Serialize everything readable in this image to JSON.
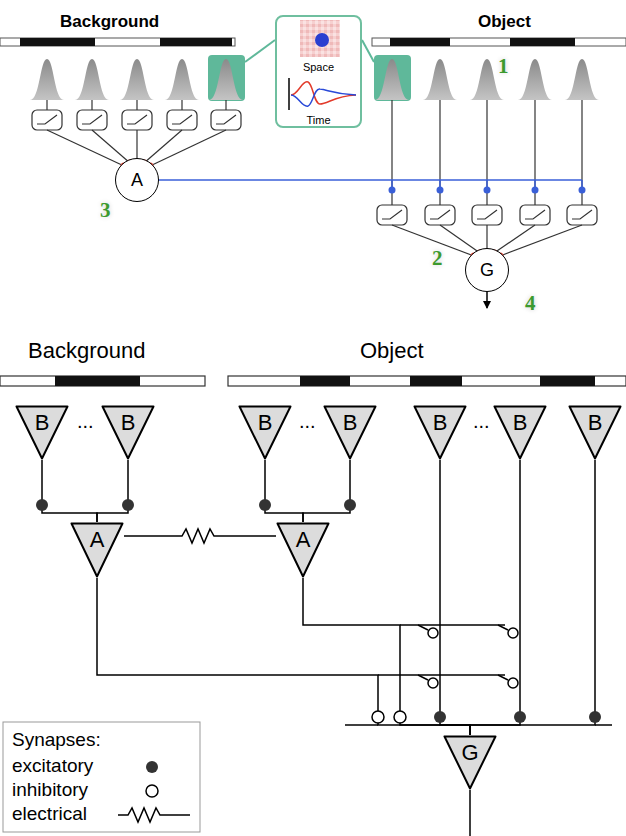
{
  "diagram": {
    "nodes": [
      {
        "text": [
          "Space",
          "Time"
        ]
      },
      {
        "text": [
          "A"
        ]
      },
      {
        "text": [
          "G"
        ]
      },
      {
        "text": [
          "B"
        ]
      },
      {
        "text": [
          "B"
        ]
      },
      {
        "text": [
          "B"
        ]
      },
      {
        "text": [
          "B"
        ]
      },
      {
        "text": [
          "B"
        ]
      },
      {
        "text": [
          "B"
        ]
      },
      {
        "text": [
          "B"
        ]
      },
      {
        "text": [
          "A"
        ]
      },
      {
        "text": [
          "A"
        ]
      },
      {
        "text": [
          "G"
        ]
      }
    ],
    "edges": [
      {
        "from": 3,
        "to": 10,
        "arrow": "none"
      },
      {
        "from": 4,
        "to": 10,
        "arrow": "none"
      },
      {
        "from": 5,
        "to": 11,
        "arrow": "none"
      },
      {
        "from": 6,
        "to": 11,
        "arrow": "none"
      },
      {
        "from": 10,
        "to": 11,
        "arrow": "none"
      },
      {
        "from": 10,
        "to": 12,
        "arrow": "none"
      },
      {
        "from": 11,
        "to": 12,
        "arrow": "none"
      },
      {
        "from": 7,
        "to": 12,
        "arrow": "none"
      },
      {
        "from": 8,
        "to": 12,
        "arrow": "none"
      },
      {
        "from": 9,
        "to": 12,
        "arrow": "none"
      }
    ],
    "labels": [
      "Background",
      "Object",
      "1",
      "2",
      "3",
      "4",
      "Background",
      "Object",
      "...",
      "...",
      "...",
      "Synapses:"
    ],
    "legend": [
      {
        "text": "excitatory"
      },
      {
        "text": "inhibitory"
      },
      {
        "text": "electrical"
      }
    ]
  }
}
